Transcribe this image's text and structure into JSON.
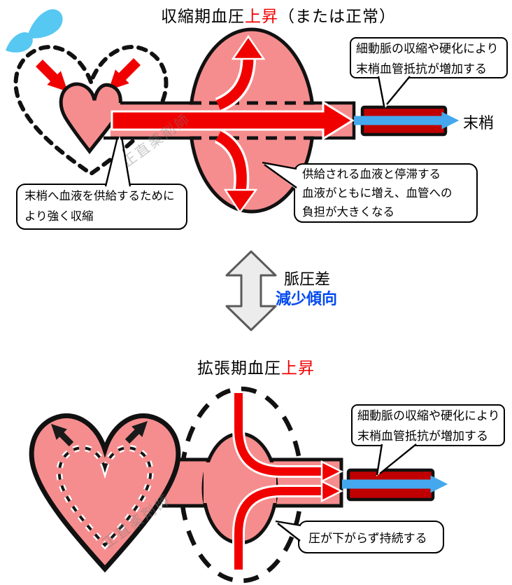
{
  "colors": {
    "pink": "#F58D8E",
    "arrow_red": "#F10000",
    "dark_red": "#C00000",
    "blue_arrow": "#45A8EE",
    "blue_text": "#0048F0",
    "droplet_blue": "#57C8F2"
  },
  "top": {
    "title": {
      "prefix": "収縮期血圧",
      "emphasis": "上昇",
      "suffix": "（または正常）"
    },
    "resistance_box": {
      "line1": "細動脈の収縮や硬化により",
      "line2": "末梢血管抵抗が増加する"
    },
    "peripheral_label": "末梢",
    "supply_bubble": {
      "line1": "供給される血液と停滞する",
      "line2": "血液がともに増え、血管への",
      "line3": "負担が大きくなる"
    },
    "contraction_bubble": {
      "line1": "末梢へ血液を供給するために",
      "line2": "より強く収縮"
    }
  },
  "middle": {
    "pulse_pressure": "脈圧差",
    "trend": "減少傾向"
  },
  "bottom": {
    "title": {
      "prefix": "拡張期血圧",
      "emphasis": "上昇"
    },
    "resistance_box": {
      "line1": "細動脈の収縮や硬化により",
      "line2": "末梢血管抵抗が増加する"
    },
    "pressure_bubble": "圧が下がらず持続する"
  },
  "watermark": "正直薬剤師"
}
